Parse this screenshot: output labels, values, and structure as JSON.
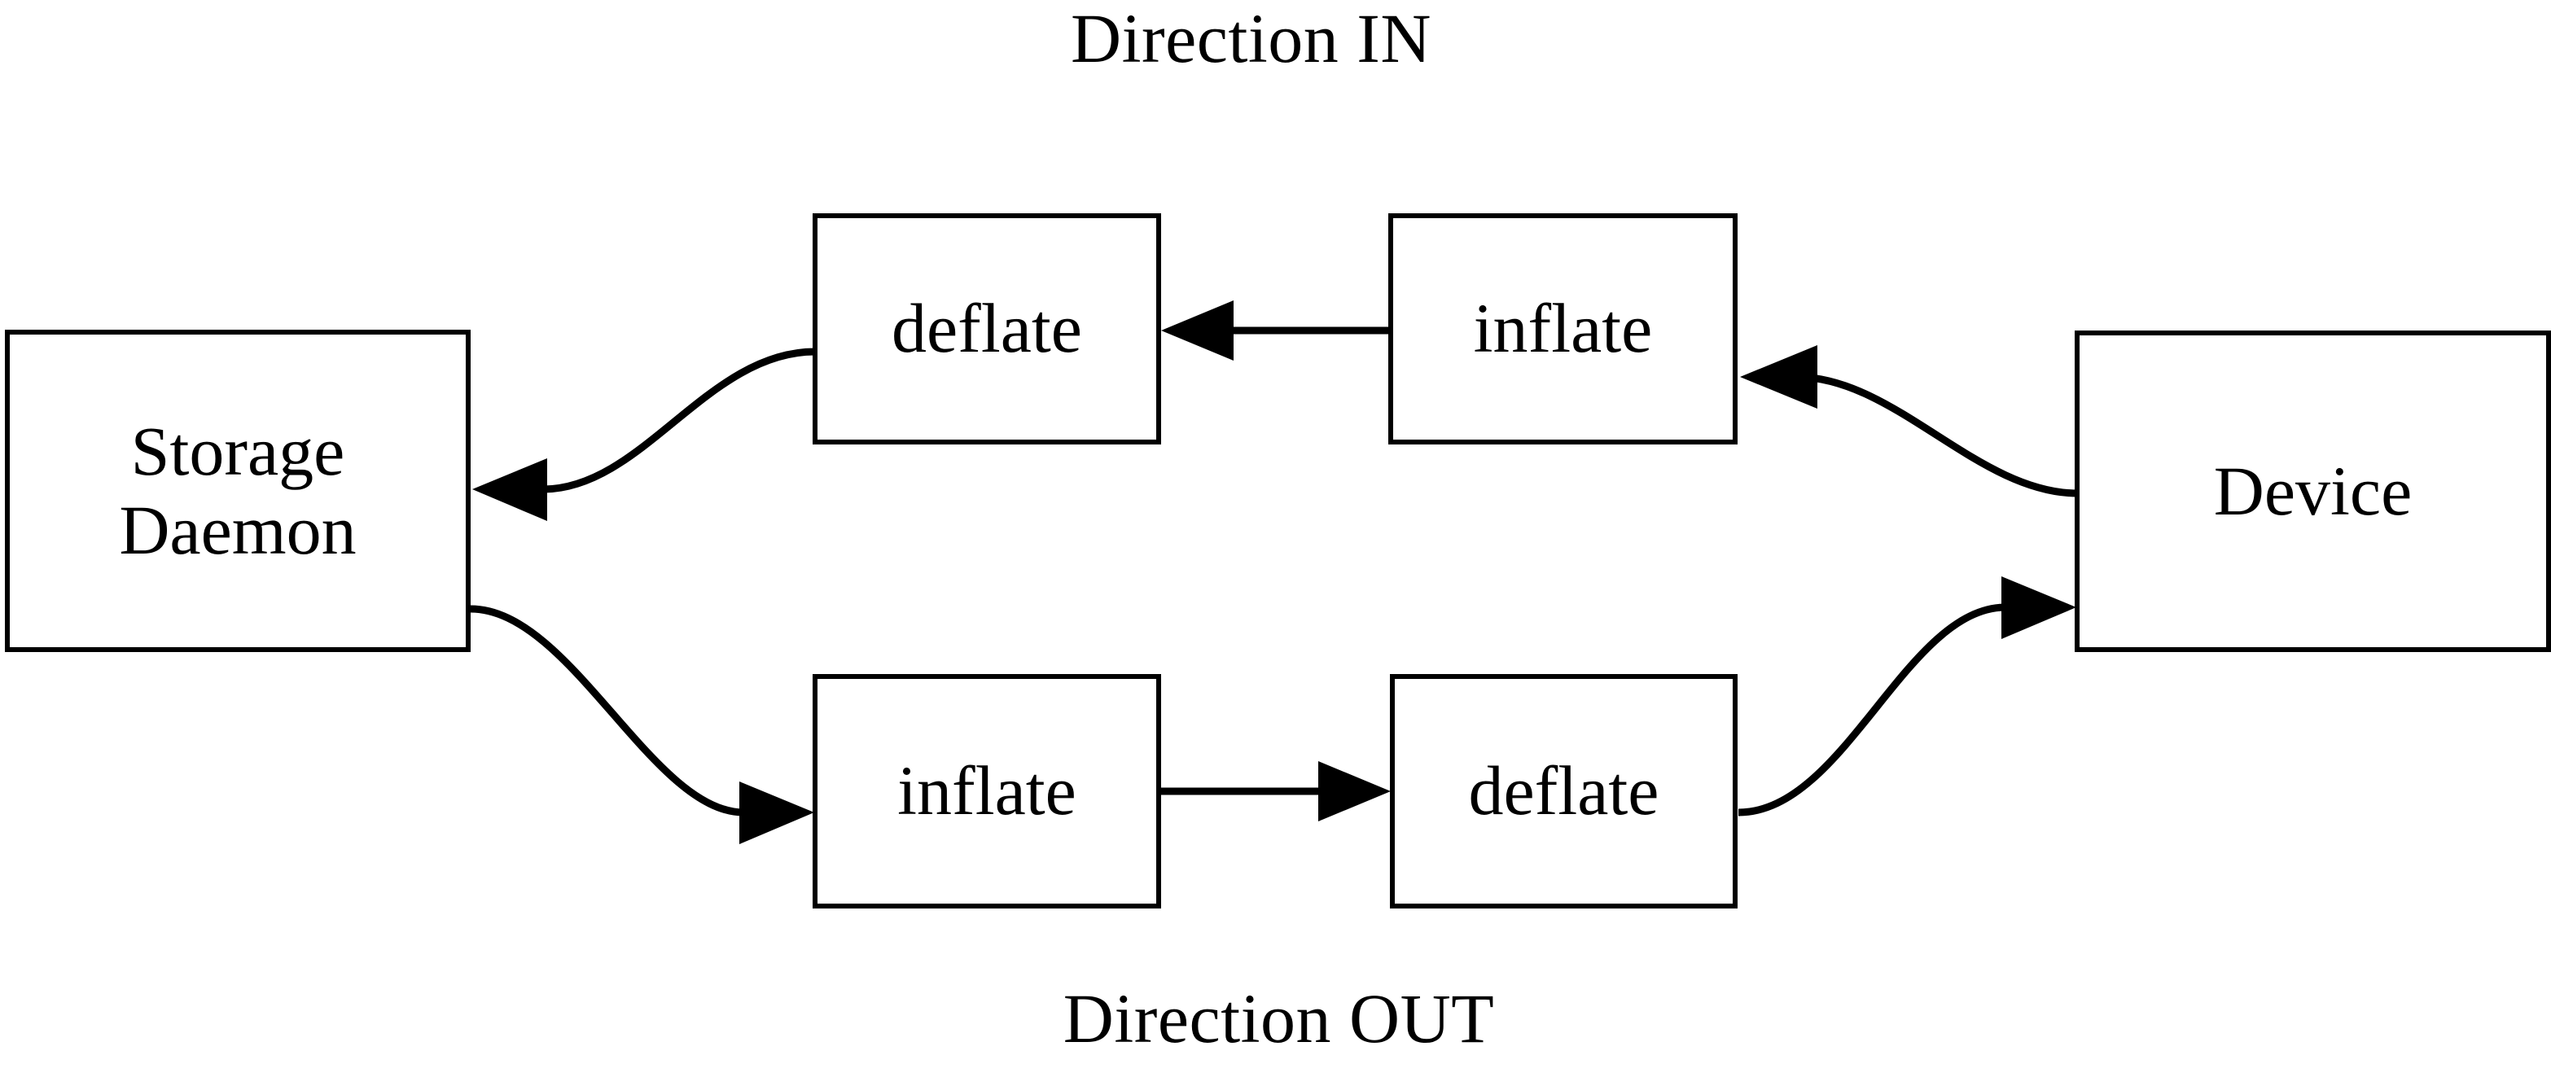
{
  "diagram": {
    "title_top": "Direction IN",
    "title_bottom": "Direction OUT",
    "background_color": "#ffffff",
    "line_color": "#000000",
    "nodes": [
      {
        "id": "storage-daemon",
        "label_line1": "Storage",
        "label_line2": "Daemon"
      },
      {
        "id": "deflate-in",
        "label": "deflate"
      },
      {
        "id": "inflate-in",
        "label": "inflate"
      },
      {
        "id": "device",
        "label": "Device"
      },
      {
        "id": "inflate-out",
        "label": "inflate"
      },
      {
        "id": "deflate-out",
        "label": "deflate"
      }
    ],
    "edges": [
      {
        "id": "device-to-inflate-in",
        "from": "device",
        "to": "inflate-in",
        "style": "curved",
        "arrow": "left"
      },
      {
        "id": "inflate-in-to-deflate-in",
        "from": "inflate-in",
        "to": "deflate-in",
        "style": "straight",
        "arrow": "left"
      },
      {
        "id": "deflate-in-to-storage-daemon",
        "from": "deflate-in",
        "to": "storage-daemon",
        "style": "curved",
        "arrow": "left"
      },
      {
        "id": "storage-daemon-to-inflate-out",
        "from": "storage-daemon",
        "to": "inflate-out",
        "style": "curved",
        "arrow": "right"
      },
      {
        "id": "inflate-out-to-deflate-out",
        "from": "inflate-out",
        "to": "deflate-out",
        "style": "straight",
        "arrow": "right"
      },
      {
        "id": "deflate-out-to-device",
        "from": "deflate-out",
        "to": "device",
        "style": "curved",
        "arrow": "right"
      }
    ]
  }
}
